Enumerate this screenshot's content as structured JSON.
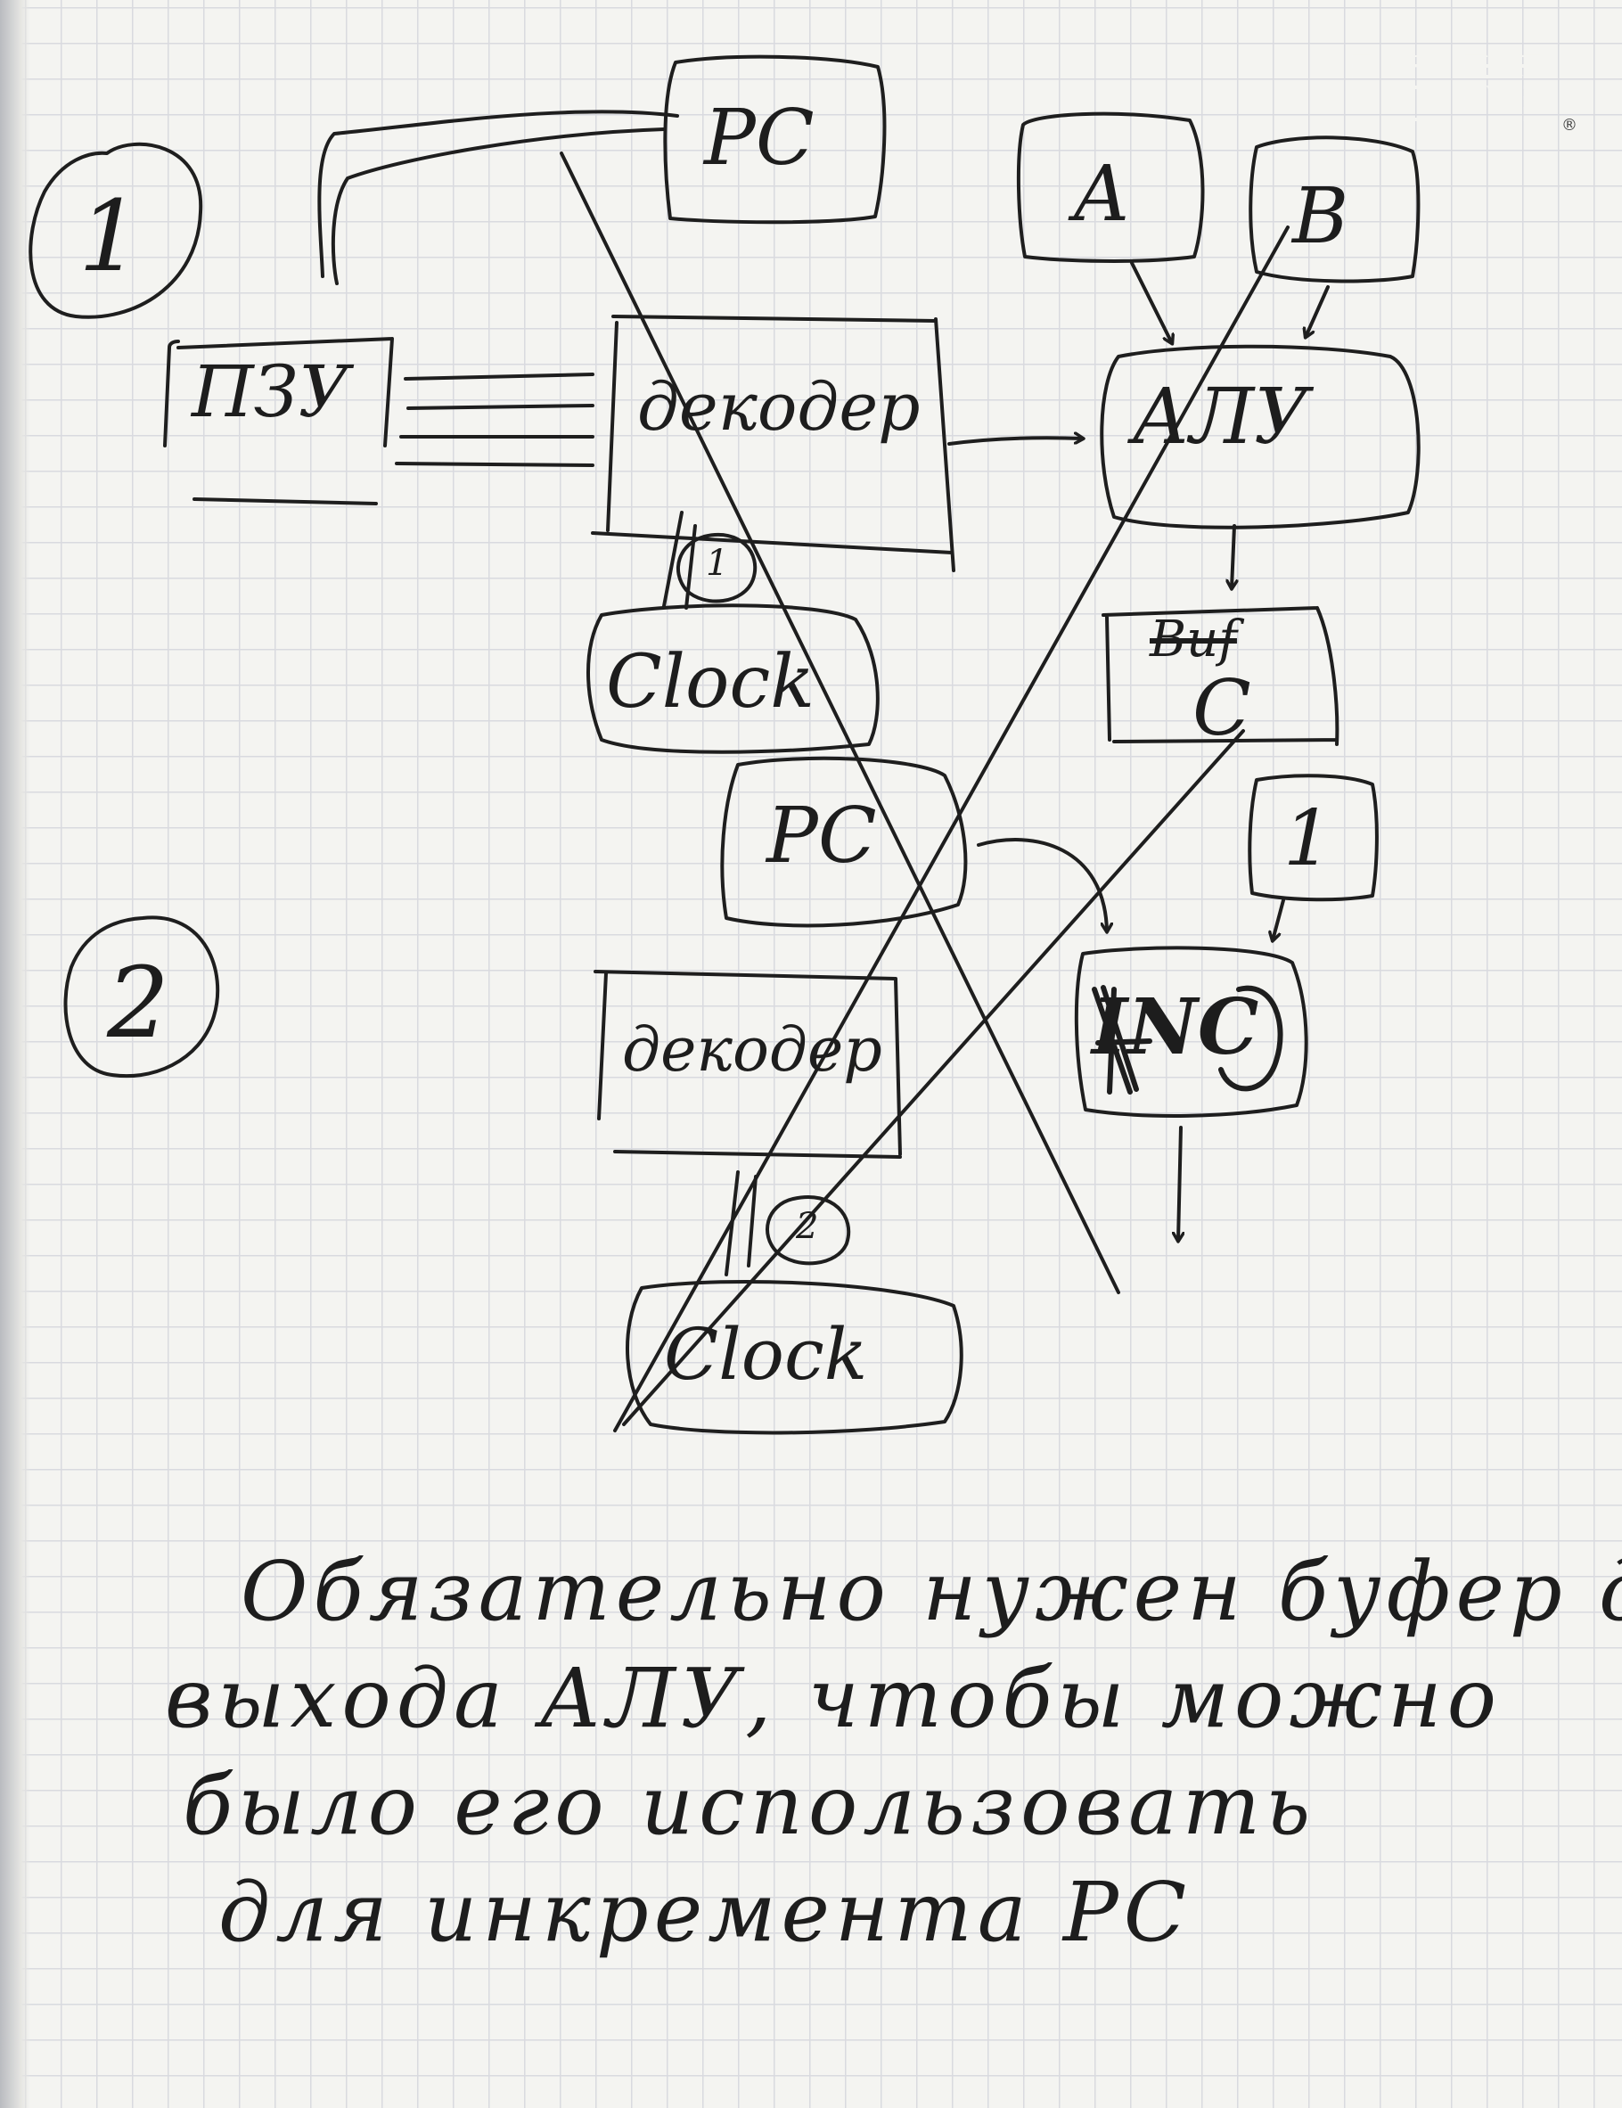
{
  "logo": {
    "text": "IBM",
    "registered": "®"
  },
  "diagram_1": {
    "step_marker": "1",
    "rom": "ПЗУ",
    "pc": "PC",
    "decoder": "декодер",
    "clock": "Clock",
    "clock_step": "1",
    "reg_a": "A",
    "reg_b": "B",
    "alu": "АЛУ",
    "buffer_struck": "Buf",
    "buffer": "C"
  },
  "diagram_2": {
    "step_marker": "2",
    "pc": "PC",
    "decoder": "декодер",
    "clock": "Clock",
    "clock_step": "2",
    "constant": "1",
    "inc": "INC"
  },
  "note": {
    "lines": [
      "Обязательно нужен буфер для",
      "выхода АЛУ, чтобы можно",
      "было его использовать",
      "для инкремента PC"
    ]
  }
}
